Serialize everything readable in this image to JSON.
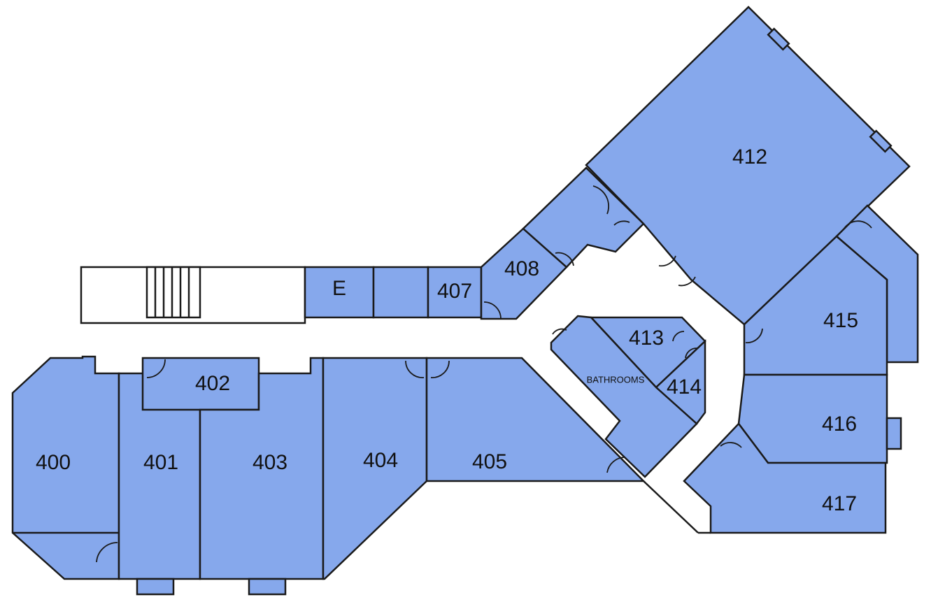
{
  "floor_plan": {
    "rooms": {
      "r400": "400",
      "r401": "401",
      "r402": "402",
      "r403": "403",
      "r404": "404",
      "r405": "405",
      "r407": "407",
      "r408": "408",
      "r412": "412",
      "r413": "413",
      "r414": "414",
      "r415": "415",
      "r416": "416",
      "r417": "417",
      "bathrooms": "BATHROOMS",
      "elevator": "E"
    },
    "colors": {
      "room_fill": "#86a8ec",
      "wall": "#1a1a1a",
      "hallway": "#ffffff"
    },
    "icons": [
      "door-swing-icon",
      "stairs-icon"
    ]
  }
}
